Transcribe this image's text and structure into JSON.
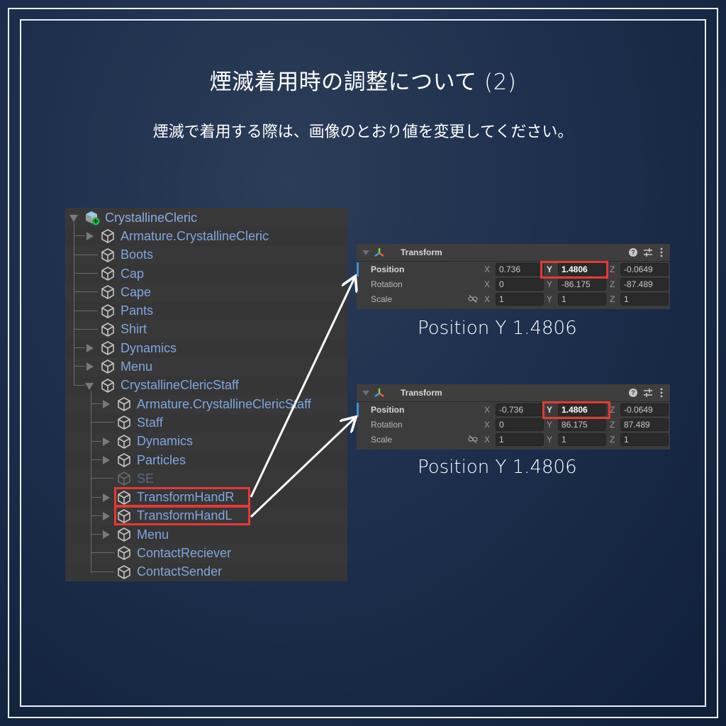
{
  "slide": {
    "title": "煙滅着用時の調整について (2)",
    "subtitle": "煙滅で着用する際は、画像のとおり値を変更してください。"
  },
  "hierarchy": {
    "root": "CrystallineCleric",
    "items": [
      {
        "label": "Armature.CrystallineCleric",
        "depth": 1,
        "fold": "collapsed"
      },
      {
        "label": "Boots",
        "depth": 1,
        "fold": "none"
      },
      {
        "label": "Cap",
        "depth": 1,
        "fold": "none"
      },
      {
        "label": "Cape",
        "depth": 1,
        "fold": "none"
      },
      {
        "label": "Pants",
        "depth": 1,
        "fold": "none"
      },
      {
        "label": "Shirt",
        "depth": 1,
        "fold": "none"
      },
      {
        "label": "Dynamics",
        "depth": 1,
        "fold": "collapsed"
      },
      {
        "label": "Menu",
        "depth": 1,
        "fold": "collapsed"
      },
      {
        "label": "CrystallineClericStaff",
        "depth": 1,
        "fold": "expanded"
      },
      {
        "label": "Armature.CrystallineClericStaff",
        "depth": 2,
        "fold": "collapsed"
      },
      {
        "label": "Staff",
        "depth": 2,
        "fold": "none"
      },
      {
        "label": "Dynamics",
        "depth": 2,
        "fold": "collapsed"
      },
      {
        "label": "Particles",
        "depth": 2,
        "fold": "collapsed"
      },
      {
        "label": "SE",
        "depth": 2,
        "fold": "none",
        "inactive": true
      },
      {
        "label": "TransformHandR",
        "depth": 2,
        "fold": "collapsed",
        "highlighted": true
      },
      {
        "label": "TransformHandL",
        "depth": 2,
        "fold": "collapsed",
        "highlighted": true
      },
      {
        "label": "Menu",
        "depth": 2,
        "fold": "collapsed"
      },
      {
        "label": "ContactReciever",
        "depth": 2,
        "fold": "none"
      },
      {
        "label": "ContactSender",
        "depth": 2,
        "fold": "none"
      }
    ]
  },
  "inspectors": [
    {
      "component": "Transform",
      "rows": [
        {
          "label": "Position",
          "x": "0.736",
          "y": "1.4806",
          "z": "-0.0649"
        },
        {
          "label": "Rotation",
          "x": "0",
          "y": "-86.175",
          "z": "-87.489"
        },
        {
          "label": "Scale",
          "x": "1",
          "y": "1",
          "z": "1"
        }
      ],
      "axes": {
        "x": "X",
        "y": "Y",
        "z": "Z"
      },
      "caption": "Position Y 1.4806"
    },
    {
      "component": "Transform",
      "rows": [
        {
          "label": "Position",
          "x": "-0.736",
          "y": "1.4806",
          "z": "-0.0649"
        },
        {
          "label": "Rotation",
          "x": "0",
          "y": "86.175",
          "z": "87.489"
        },
        {
          "label": "Scale",
          "x": "1",
          "y": "1",
          "z": "1"
        }
      ],
      "axes": {
        "x": "X",
        "y": "Y",
        "z": "Z"
      },
      "caption": "Position Y 1.4806"
    }
  ],
  "colors": {
    "highlight": "#e53935",
    "hierarchy_text": "#7ea6e0",
    "background": "#1d2f4d"
  }
}
